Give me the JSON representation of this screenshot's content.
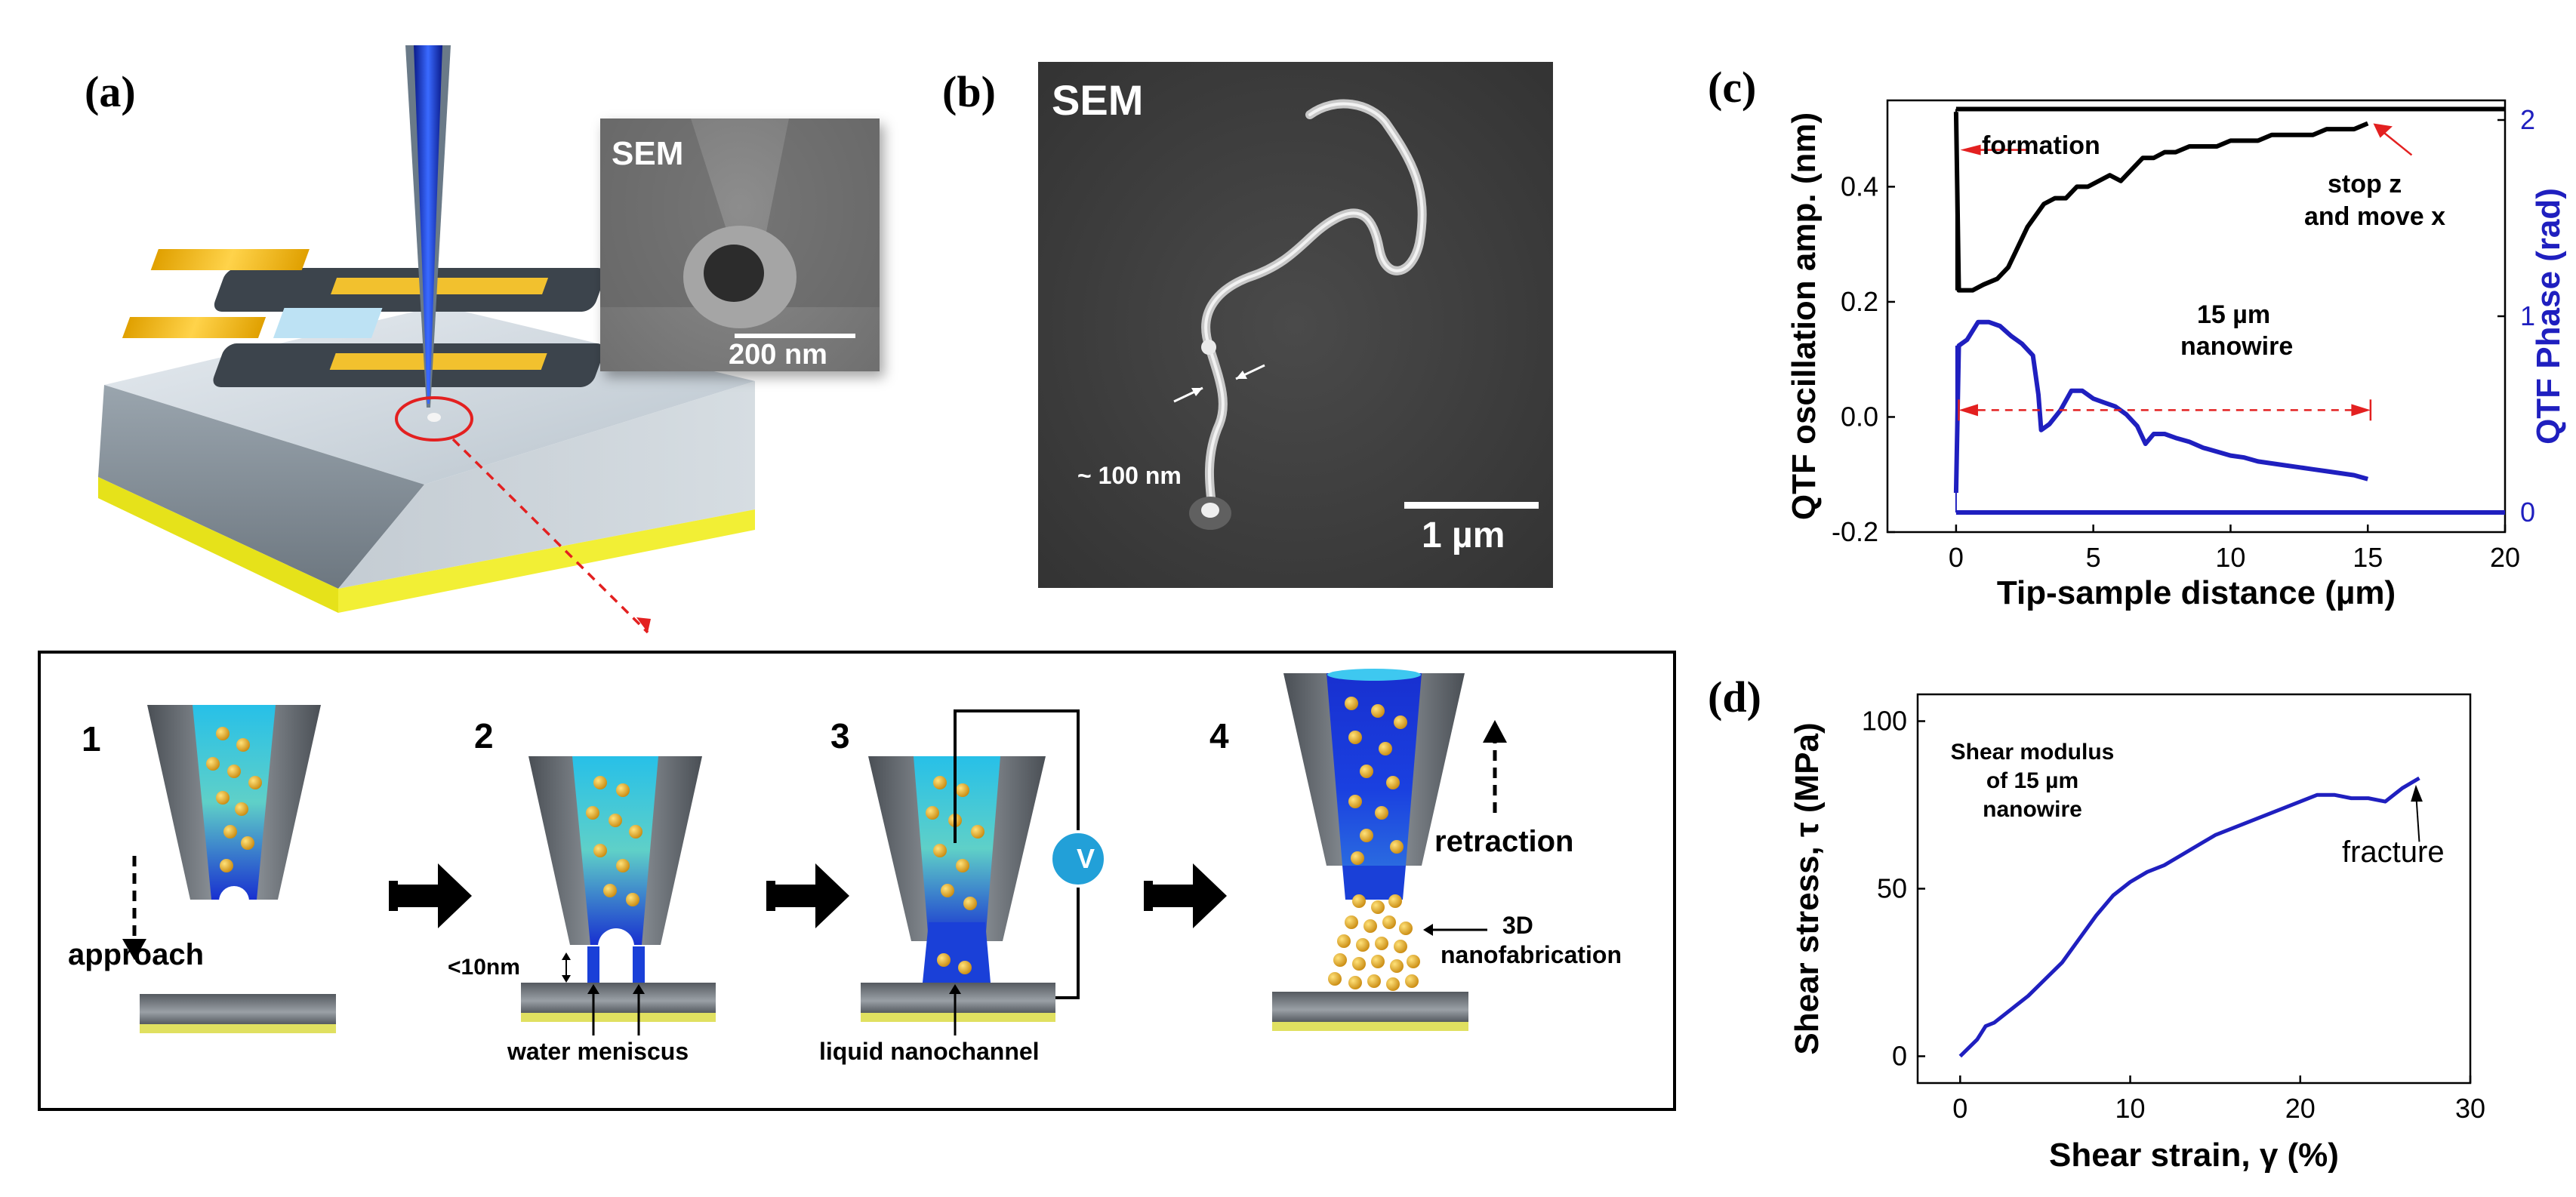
{
  "panels": {
    "a": {
      "label": "(a)",
      "inset_label": "SEM",
      "inset_scale": "200 nm"
    },
    "b": {
      "label": "(b)",
      "sem_label": "SEM",
      "diameter": "~ 100 nm",
      "scale": "1 µm"
    },
    "c": {
      "label": "(c)"
    },
    "d": {
      "label": "(d)"
    }
  },
  "steps": {
    "s1": {
      "num": "1",
      "label": "approach"
    },
    "s2": {
      "num": "2",
      "gap": "<10nm",
      "label": "water meniscus"
    },
    "s3": {
      "num": "3",
      "label": "liquid nanochannel",
      "meter": "V"
    },
    "s4": {
      "num": "4",
      "retraction": "retraction",
      "fab1": "3D",
      "fab2": "nanofabrication"
    }
  },
  "chart_data": [
    {
      "type": "line",
      "panel": "c",
      "xlabel": "Tip-sample distance (µm)",
      "ylabel": "QTF oscillation amp. (nm)",
      "y2label": "QTF Phase (rad)",
      "xlim": [
        -2.5,
        20
      ],
      "ylim": [
        -0.2,
        0.55
      ],
      "y2lim": [
        -0.1,
        2.1
      ],
      "xticks": [
        "0",
        "5",
        "10",
        "15",
        "20"
      ],
      "yticks": [
        "-0.2",
        "0.0",
        "0.2",
        "0.4"
      ],
      "y2ticks": [
        "0",
        "1",
        "2"
      ],
      "series": [
        {
          "axis": "left",
          "color": "#000000",
          "x": [
            0,
            0.1,
            0.3,
            0.6,
            1.0,
            1.5,
            1.9,
            2.2,
            2.6,
            2.9,
            3.2,
            3.6,
            4.0,
            4.4,
            4.8,
            5.2,
            5.6,
            6.0,
            6.4,
            6.8,
            7.2,
            7.6,
            8.0,
            8.5,
            9.0,
            9.5,
            10.0,
            10.5,
            11.0,
            11.5,
            12.0,
            12.5,
            13.0,
            13.5,
            14.0,
            14.5,
            15.0
          ],
          "y": [
            0.53,
            0.22,
            0.22,
            0.22,
            0.23,
            0.24,
            0.26,
            0.29,
            0.33,
            0.35,
            0.37,
            0.38,
            0.38,
            0.4,
            0.4,
            0.41,
            0.42,
            0.41,
            0.43,
            0.45,
            0.45,
            0.46,
            0.46,
            0.47,
            0.47,
            0.47,
            0.48,
            0.48,
            0.48,
            0.49,
            0.49,
            0.49,
            0.49,
            0.5,
            0.5,
            0.5,
            0.51
          ]
        },
        {
          "axis": "left",
          "color": "#000000",
          "x": [
            0,
            2,
            4,
            6,
            8,
            10,
            12,
            14,
            16,
            18,
            20
          ],
          "y": [
            0.535,
            0.535,
            0.535,
            0.535,
            0.535,
            0.535,
            0.535,
            0.535,
            0.535,
            0.535,
            0.535
          ]
        },
        {
          "axis": "right",
          "color": "#1f1fbf",
          "x": [
            0,
            0.1,
            0.4,
            0.8,
            1.2,
            1.6,
            2.0,
            2.4,
            2.8,
            3.0,
            3.1,
            3.4,
            3.8,
            4.2,
            4.6,
            5.0,
            5.4,
            5.8,
            6.2,
            6.6,
            6.9,
            7.2,
            7.6,
            8.0,
            8.5,
            9.0,
            9.5,
            10.0,
            10.5,
            11.0,
            11.5,
            12.0,
            12.5,
            13.0,
            13.5,
            14.0,
            14.5,
            15.0
          ],
          "y": [
            0.1,
            0.85,
            0.88,
            0.97,
            0.97,
            0.95,
            0.9,
            0.86,
            0.8,
            0.6,
            0.42,
            0.45,
            0.52,
            0.62,
            0.62,
            0.58,
            0.56,
            0.54,
            0.5,
            0.44,
            0.35,
            0.4,
            0.4,
            0.38,
            0.36,
            0.33,
            0.31,
            0.29,
            0.28,
            0.26,
            0.25,
            0.24,
            0.23,
            0.22,
            0.21,
            0.2,
            0.19,
            0.17
          ]
        },
        {
          "axis": "right",
          "color": "#1f1fbf",
          "x": [
            0,
            2,
            4,
            6,
            8,
            10,
            12,
            14,
            16,
            18,
            20
          ],
          "y": [
            0.0,
            0.0,
            0.0,
            0.0,
            0.0,
            0.0,
            0.0,
            0.0,
            0.0,
            0.0,
            0.0
          ]
        }
      ],
      "annotations": [
        "formation",
        "stop z",
        "and move x",
        "15 µm",
        "nanowire"
      ]
    },
    {
      "type": "line",
      "panel": "d",
      "xlabel": "Shear strain, γ (%)",
      "ylabel": "Shear stress, τ (MPa)",
      "xlim": [
        -2.5,
        30
      ],
      "ylim": [
        -8,
        108
      ],
      "xticks": [
        "0",
        "10",
        "20",
        "30"
      ],
      "yticks": [
        "0",
        "50",
        "100"
      ],
      "series": [
        {
          "color": "#1f1fbf",
          "x": [
            0,
            1,
            1.5,
            2,
            3,
            4,
            5,
            6,
            7,
            8,
            9,
            10,
            11,
            12,
            13,
            14,
            15,
            16,
            17,
            18,
            19,
            20,
            21,
            22,
            23,
            24,
            25,
            26,
            27
          ],
          "y": [
            0,
            5,
            9,
            10,
            14,
            18,
            23,
            28,
            35,
            42,
            48,
            52,
            55,
            57,
            60,
            63,
            66,
            68,
            70,
            72,
            74,
            76,
            78,
            78,
            77,
            77,
            76,
            80,
            83
          ]
        }
      ],
      "annotations": [
        "Shear modulus",
        "of 15 µm",
        "nanowire",
        "fracture"
      ]
    }
  ]
}
